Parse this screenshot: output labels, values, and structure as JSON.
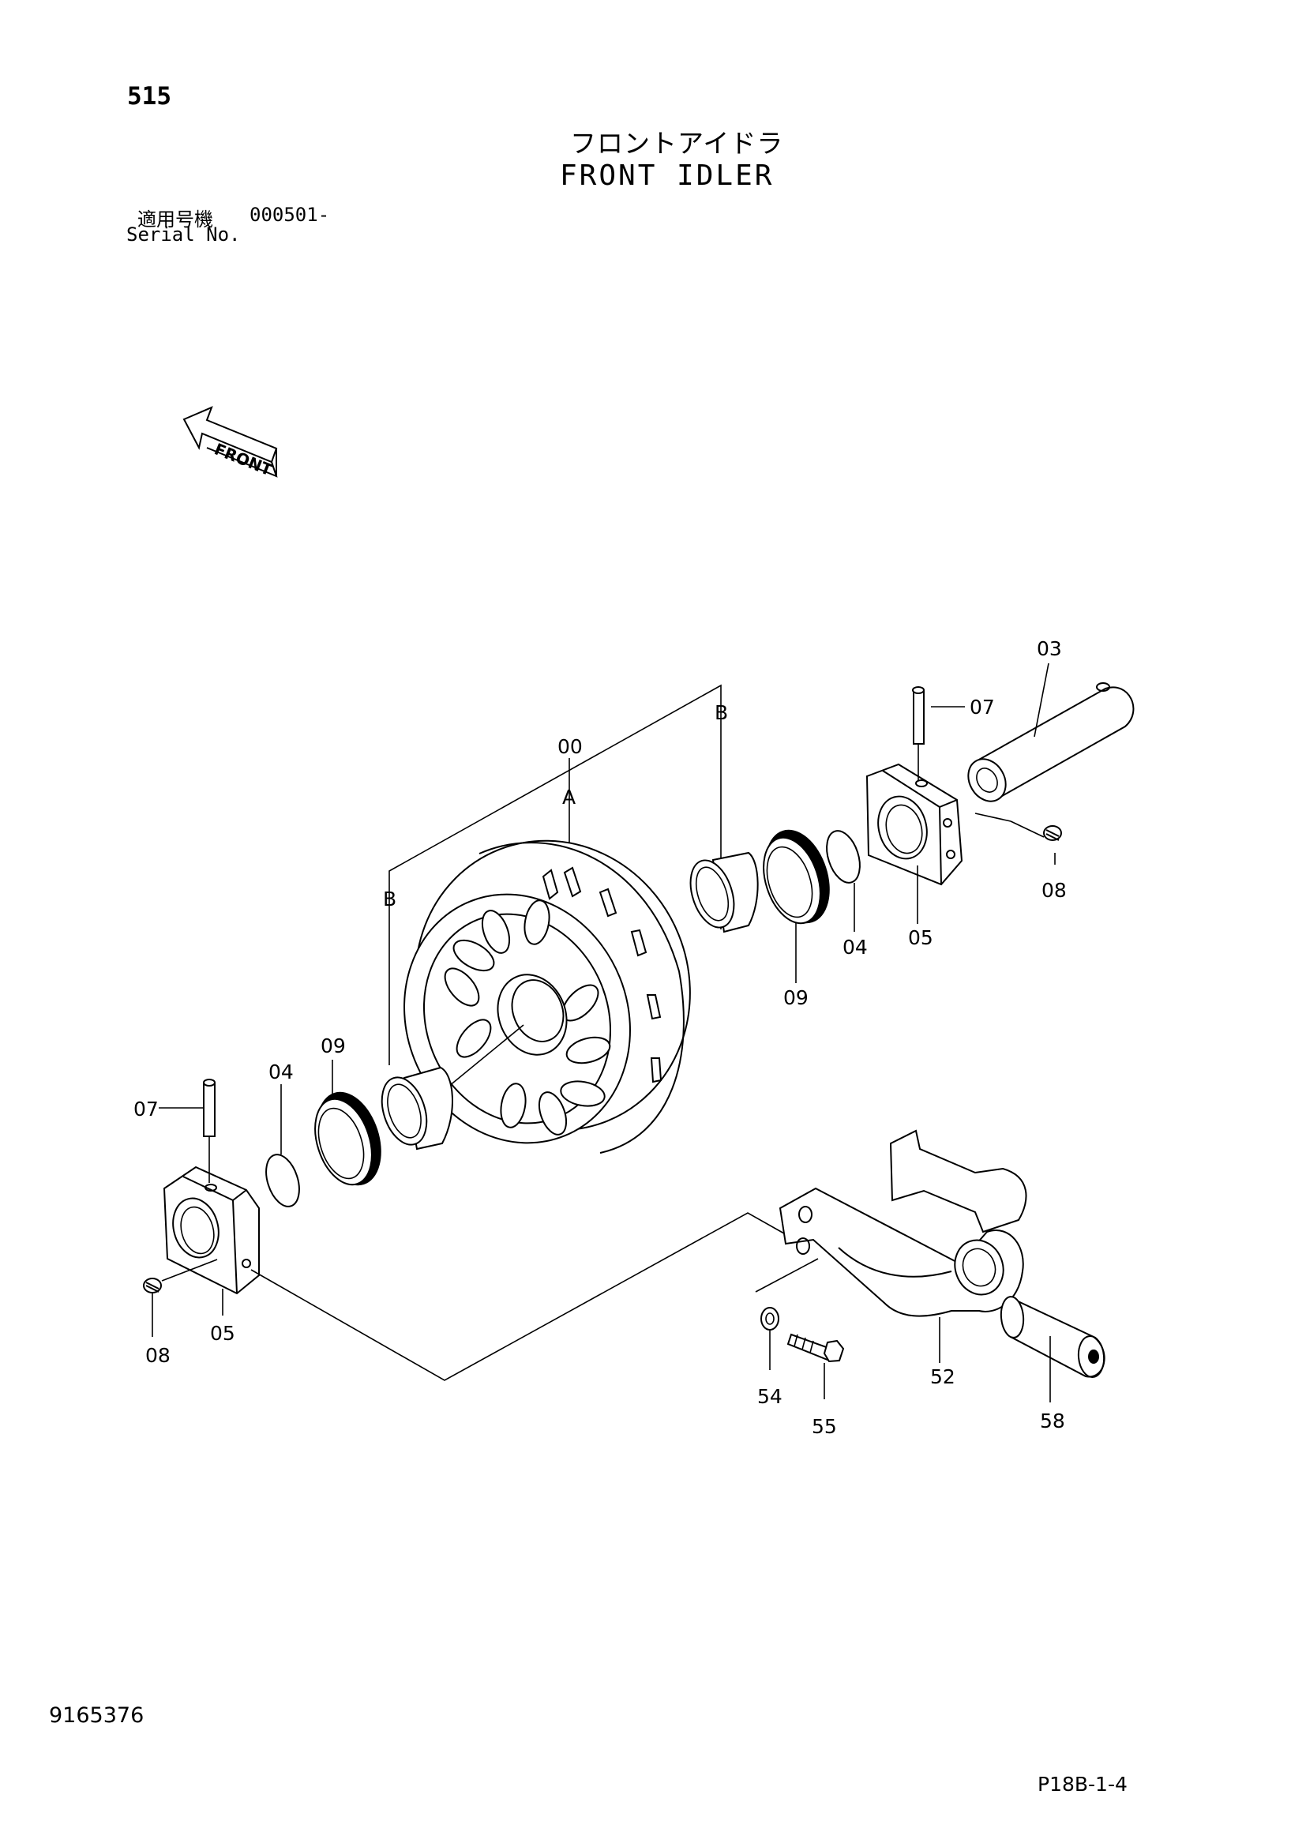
{
  "header": {
    "page_number": "515",
    "title_jp": "フロントアイドラ",
    "title_en": "FRONT IDLER",
    "serial_label_jp": "適用号機",
    "serial_value": "000501-",
    "serial_label_en": "Serial No."
  },
  "direction_arrow": {
    "label": "FRONT"
  },
  "callouts": {
    "c00": "00",
    "cA": "A",
    "cB_top": "B",
    "cB_left": "B",
    "c03": "03",
    "c07_right": "07",
    "c08_right": "08",
    "c05_right": "05",
    "c04_right": "04",
    "c09_right": "09",
    "c09_left": "09",
    "c04_left": "04",
    "c07_left": "07",
    "c08_left": "08",
    "c05_left": "05",
    "c54": "54",
    "c55": "55",
    "c52": "52",
    "c58": "58"
  },
  "footer": {
    "doc_number": "9165376",
    "page_code": "P18B-1-4"
  }
}
